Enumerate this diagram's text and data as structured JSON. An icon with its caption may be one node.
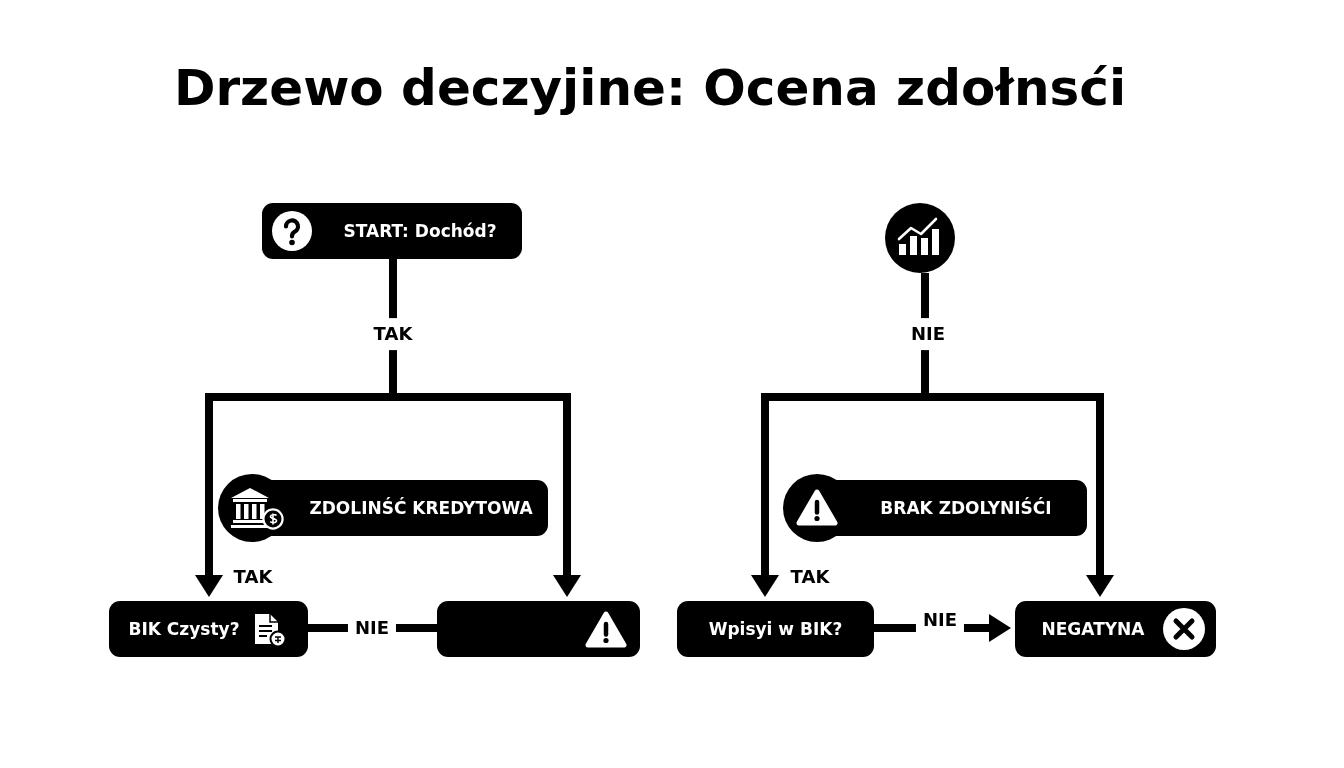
{
  "diagram": {
    "title": "Drzewo deczyjine: Ocena zdołnsći",
    "nodes": [
      {
        "text": [
          "START: Dochód?"
        ]
      },
      {
        "text": [],
        "shape": "circle"
      },
      {
        "text": [
          "ZDOLINŚĆ KREDYTOWA"
        ]
      },
      {
        "text": [
          "BRAK ZDOLYNIŚĆI"
        ]
      },
      {
        "text": [
          "BIK Czysty?"
        ]
      },
      {
        "text": [],
        "shape": "box"
      },
      {
        "text": [
          "Wpisyi w BIK?"
        ]
      },
      {
        "text": [
          "NEGATYNA"
        ]
      }
    ],
    "edges": [
      {
        "from": 0,
        "to": 4,
        "arrow": "to",
        "label": "TAK"
      },
      {
        "from": 0,
        "to": 5,
        "arrow": "to",
        "label": "TAK"
      },
      {
        "from": 1,
        "to": 6,
        "arrow": "to",
        "label": "TAK"
      },
      {
        "from": 1,
        "to": 7,
        "arrow": "to",
        "label": "NIE"
      },
      {
        "from": 4,
        "to": 5,
        "arrow": "none",
        "label": "NIE"
      },
      {
        "from": 6,
        "to": 7,
        "arrow": "to",
        "label": "NIE"
      }
    ]
  }
}
